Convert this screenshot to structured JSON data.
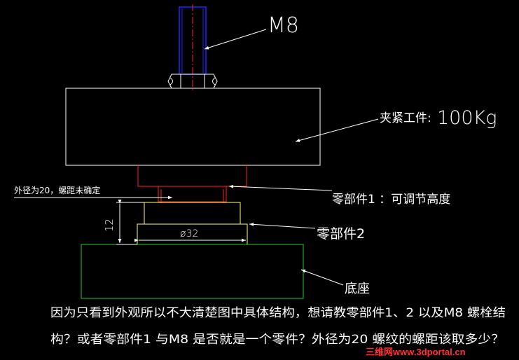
{
  "labels": {
    "bolt": "M8",
    "workpiece": "夹紧工件:",
    "workpiece_weight": "100Kg",
    "outer_diameter_note": "外径为20，螺距未确定",
    "part1": "零部件1 ：可调节高度",
    "part2": "零部件2",
    "dim_height": "12",
    "dim_diameter": "ø32",
    "base": "底座"
  },
  "question": {
    "line1": "因为只看到外观所以不大清楚图中具体结构，想请教零部件1、2 以及M8 螺栓结",
    "line2": "构？或者零部件1 与M8 是否就是一个零件？外径为20 螺纹的螺距该取多少？"
  },
  "watermark": "三维网www.3dportal.cn",
  "colors": {
    "bolt": "#2222ff",
    "bolt_center": "#ff2222",
    "part1": "#ff2222",
    "part2": "#ffff88",
    "base": "#22cc22",
    "outline": "#ffffff",
    "watermark": "#ff3333"
  }
}
